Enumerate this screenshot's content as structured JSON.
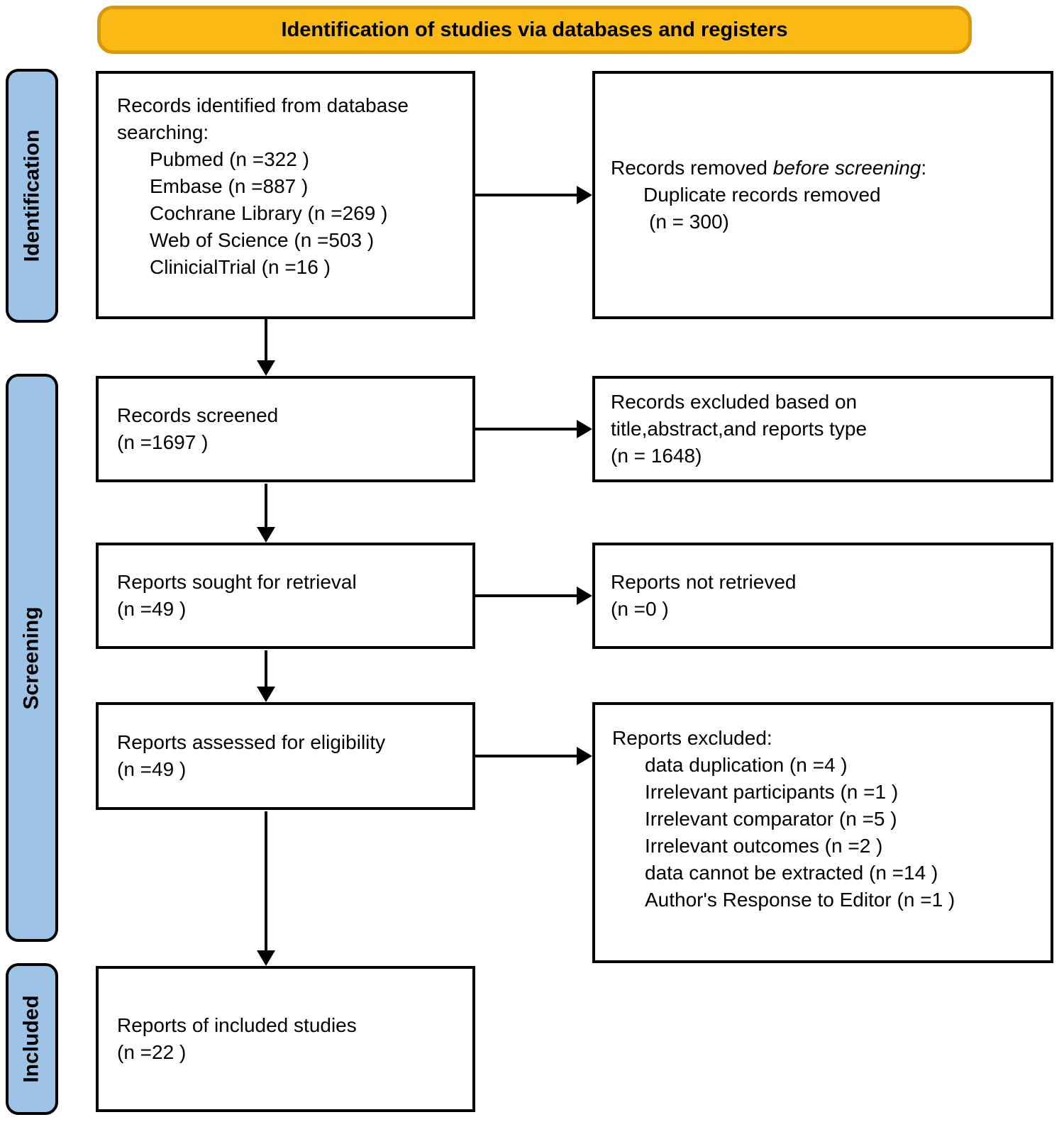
{
  "banner": {
    "title": "Identification of studies via databases and registers"
  },
  "stages": [
    {
      "label": "Identification"
    },
    {
      "label": "Screening"
    },
    {
      "label": "Included"
    }
  ],
  "boxes": {
    "identified": {
      "line1": "Records identified from database",
      "line2": "searching:",
      "items": [
        "Pubmed (n =322 )",
        "Embase (n =887 )",
        "Cochrane Library (n =269 )",
        "Web of Science (n =503 )",
        "ClinicialTrial (n =16 )"
      ]
    },
    "removed": {
      "lead_normal": "Records removed ",
      "lead_italic": "before screening",
      "lead_colon": ":",
      "item": "Duplicate records removed",
      "count": "(n = 300)"
    },
    "screened": {
      "line1": "Records screened",
      "line2": "(n =1697 )"
    },
    "excluded_screening": {
      "line1": "Records excluded based on",
      "line2": "title,abstract,and reports type",
      "line3": "(n = 1648)"
    },
    "sought": {
      "line1": "Reports sought for retrieval",
      "line2": "(n =49 )"
    },
    "not_retrieved": {
      "line1": "Reports not retrieved",
      "line2": "(n =0 )"
    },
    "assessed": {
      "line1": "Reports assessed for eligibility",
      "line2": "(n =49 )"
    },
    "reports_excluded": {
      "title": "Reports excluded:",
      "items": [
        "data duplication (n =4 )",
        "Irrelevant participants (n =1 )",
        "Irrelevant comparator (n =5 )",
        "Irrelevant outcomes (n =2 )",
        "data cannot be extracted (n =14 )",
        "Author's Response to Editor (n =1 )"
      ]
    },
    "included": {
      "line1": "Reports of included studies",
      "line2": "(n =22 )"
    }
  },
  "colors": {
    "banner_fill": "#FBB913",
    "banner_border": "#D8980E",
    "stage_fill": "#9DC3E6",
    "box_border": "#000000"
  }
}
